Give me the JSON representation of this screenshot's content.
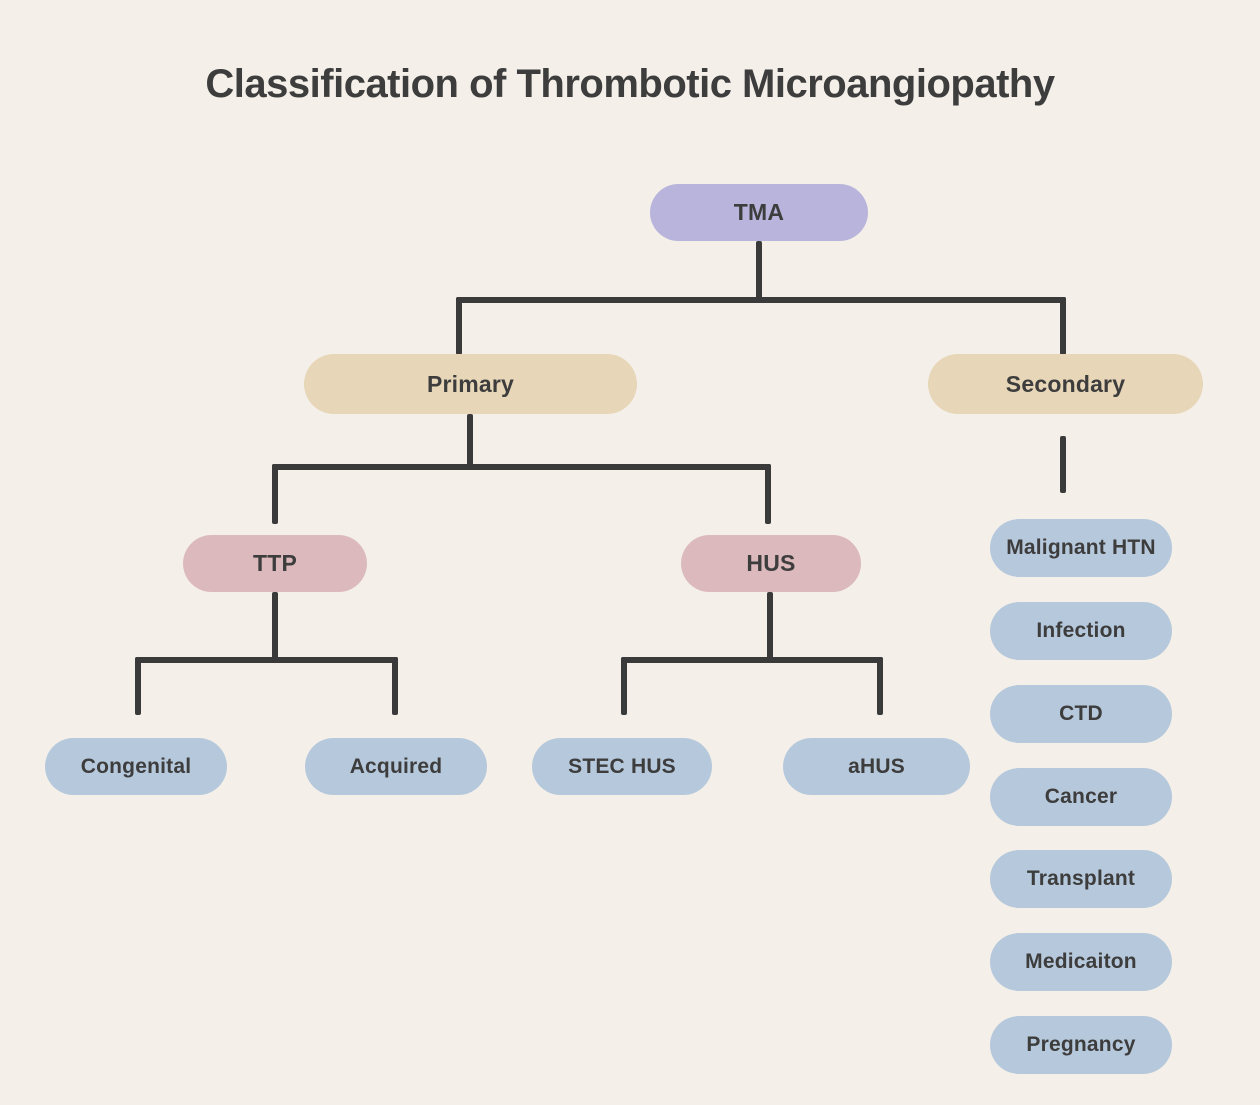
{
  "title": "Classification of Thrombotic Microangiopathy",
  "nodes": {
    "tma": "TMA",
    "primary": "Primary",
    "secondary": "Secondary",
    "ttp": "TTP",
    "hus": "HUS",
    "congenital": "Congenital",
    "acquired": "Acquired",
    "stec_hus": "STEC HUS",
    "ahus": "aHUS",
    "secondary_causes": [
      "Malignant HTN",
      "Infection",
      "CTD",
      "Cancer",
      "Transplant",
      "Medicaiton",
      "Pregnancy"
    ]
  },
  "colors": {
    "bg": "#f4f0e9",
    "node-root": "#b8b4db",
    "node-level2": "#e7d6b8",
    "node-level3": "#dcb9bc",
    "node-leaf": "#b6c8db",
    "line": "#3a3a3a",
    "text": "#3d3d3d"
  }
}
